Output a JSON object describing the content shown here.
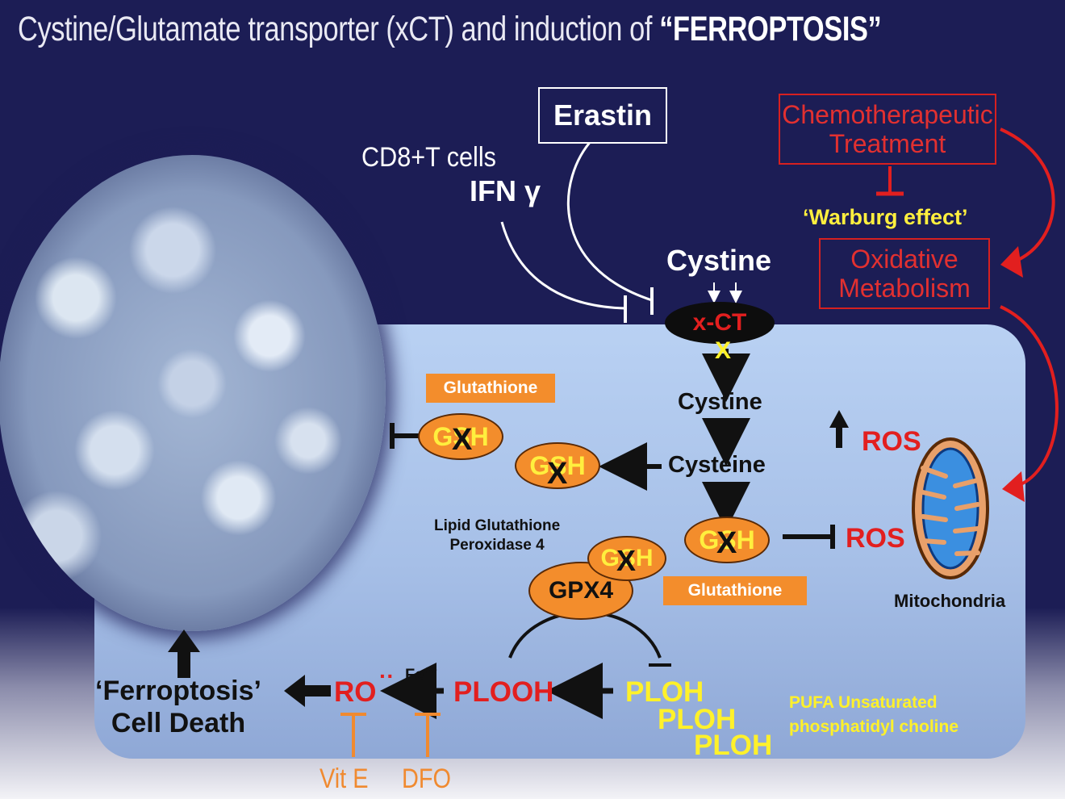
{
  "title": {
    "main": "Cystine/Glutamate transporter (xCT) and induction of ",
    "emphasis": "“FERROPTOSIS”"
  },
  "inhibitors": {
    "erastin": "Erastin",
    "cd8": "CD8+T cells",
    "ifn": "IFN γ"
  },
  "chemo": {
    "line1": "Chemotherapeutic",
    "line2": "Treatment"
  },
  "warburg": "‘Warburg effect’",
  "oxidative": {
    "line1": "Oxidative",
    "line2": "Metabolism"
  },
  "transporter": {
    "cystine_outside": "Cystine",
    "xct": "x-CT",
    "x_mark": "X"
  },
  "pathway": {
    "cystine_inside": "Cystine",
    "cysteine": "Cysteine"
  },
  "glutathione": {
    "label_top": "Glutathione",
    "label_bottom": "Glutathione",
    "gsh": "GSH",
    "x_mark": "X"
  },
  "gpx4": {
    "label_line1": "Lipid Glutathione",
    "label_line2": "Peroxidase 4",
    "name": "GPX4"
  },
  "ros": {
    "up": "ROS",
    "inhibited": "ROS"
  },
  "mitochondria": "Mitochondria",
  "lipids": {
    "ploh": "PLOH",
    "plooh": "PLOOH",
    "ro": "RO",
    "radical": "··",
    "fe": "Fe",
    "fe_charge": "++"
  },
  "pufa": {
    "line1": "PUFA Unsaturated",
    "line2": "phosphatidyl choline"
  },
  "death": {
    "line1": "‘Ferroptosis’",
    "line2": "Cell Death"
  },
  "blockers": {
    "vite": "Vit E",
    "dfo": "DFO"
  },
  "colors": {
    "navy": "#1c1d55",
    "orange": "#f38d2c",
    "red": "#e21f1f",
    "yellow": "#fff12a",
    "blue_mito": "#3b8fe0"
  }
}
